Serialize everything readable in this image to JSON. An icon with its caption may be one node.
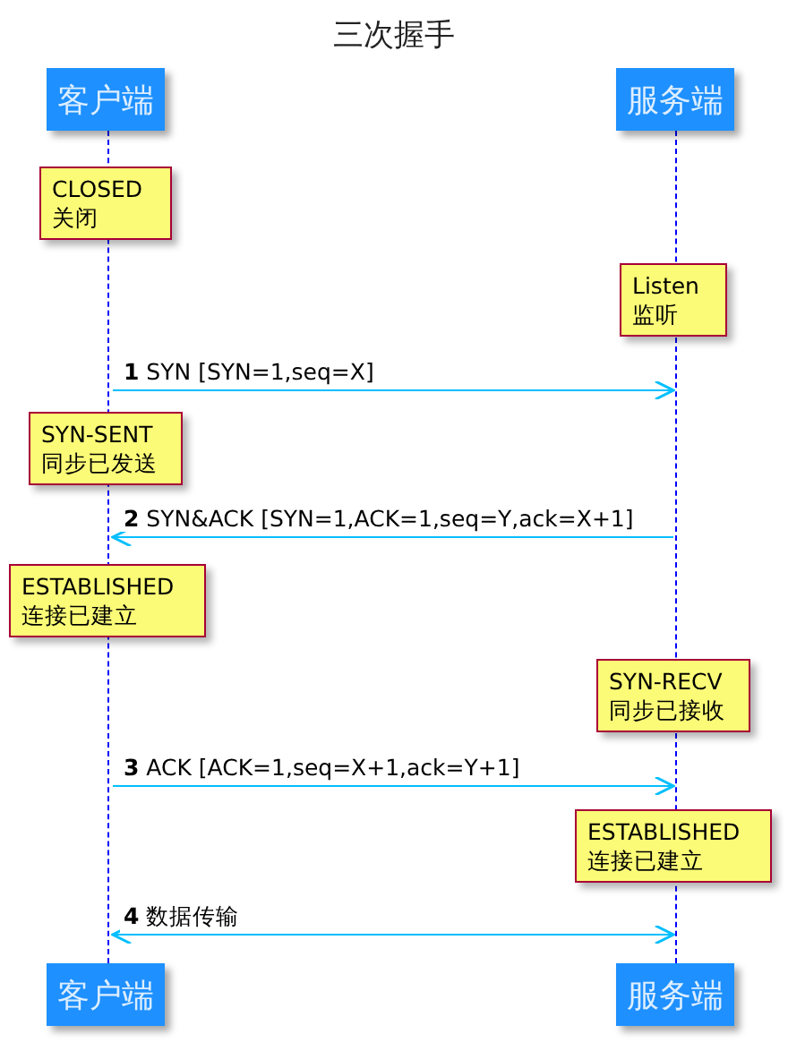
{
  "diagram": {
    "title": "三次握手",
    "nodes": [
      {
        "text": [
          "客户端"
        ]
      },
      {
        "text": [
          "服务端"
        ]
      },
      {
        "text": [
          "CLOSED",
          "关闭"
        ]
      },
      {
        "text": [
          "Listen",
          "监听"
        ]
      },
      {
        "text": [
          "SYN-SENT",
          "同步已发送"
        ]
      },
      {
        "text": [
          "ESTABLISHED",
          "连接已建立"
        ]
      },
      {
        "text": [
          "SYN-RECV",
          "同步已接收"
        ]
      },
      {
        "text": [
          "ESTABLISHED",
          "连接已建立"
        ]
      },
      {
        "text": [
          "客户端"
        ]
      },
      {
        "text": [
          "服务端"
        ]
      },
      {
        "text": [],
        "shape": "bar"
      },
      {
        "text": [],
        "shape": "bar"
      }
    ],
    "edges": [
      {
        "from": 10,
        "to": 11,
        "arrow": "to",
        "label": "**1** SYN [SYN=1,seq=X]"
      },
      {
        "from": 11,
        "to": 10,
        "arrow": "to",
        "label": "**2** SYN&ACK [SYN=1,ACK=1,seq=Y,ack=X+1]"
      },
      {
        "from": 10,
        "to": 11,
        "arrow": "to",
        "label": "**3** ACK [ACK=1,seq=X+1,ack=Y+1]"
      },
      {
        "from": 10,
        "to": 11,
        "arrow": "both",
        "label": "**4** 数据传输"
      }
    ]
  }
}
